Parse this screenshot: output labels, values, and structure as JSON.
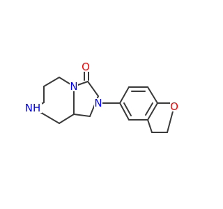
{
  "molecule": {
    "atoms": {
      "carbonyl_oxygen": "O",
      "imidazolone_nitrogen": "N",
      "bridge_nitrogen": "N",
      "ring_nh": "NH",
      "furan_oxygen": "O"
    },
    "colors": {
      "bond": "#3a3a3a",
      "oxygen": "#ff0000",
      "nitrogen": "#0000ff"
    }
  }
}
